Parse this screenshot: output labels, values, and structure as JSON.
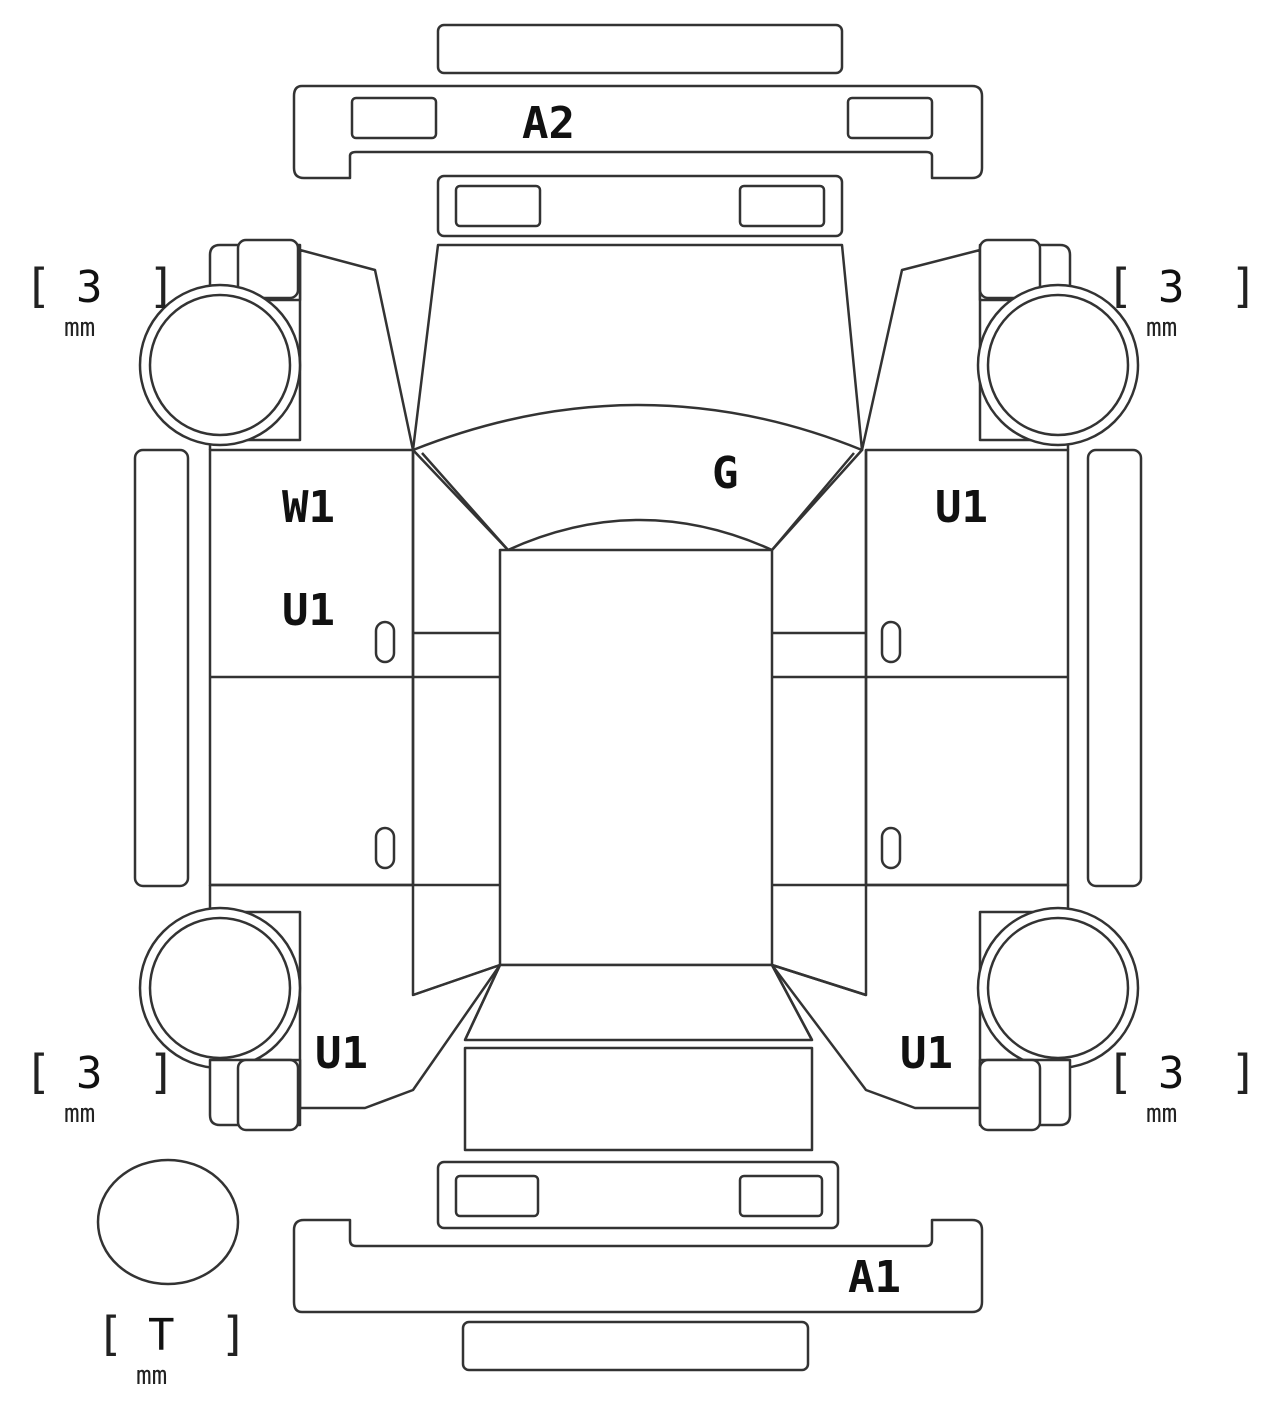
{
  "colors": {
    "outline": "#333333",
    "text": "#111111",
    "background": "#ffffff"
  },
  "damage_codes": {
    "rear_bumper": "A2",
    "roof": "G",
    "left_front_door": "W1",
    "left_front_door_lower": "U1",
    "right_front_door": "U1",
    "left_front_fender": "U1",
    "right_front_fender": "U1",
    "front_bumper": "A1"
  },
  "tread_depth": {
    "rear_left": {
      "value": "3",
      "unit": "mm"
    },
    "rear_right": {
      "value": "3",
      "unit": "mm"
    },
    "front_left": {
      "value": "3",
      "unit": "mm"
    },
    "front_right": {
      "value": "3",
      "unit": "mm"
    },
    "spare": {
      "value": "T",
      "unit": "mm"
    }
  },
  "bracket": {
    "open": "[",
    "close": "]"
  }
}
